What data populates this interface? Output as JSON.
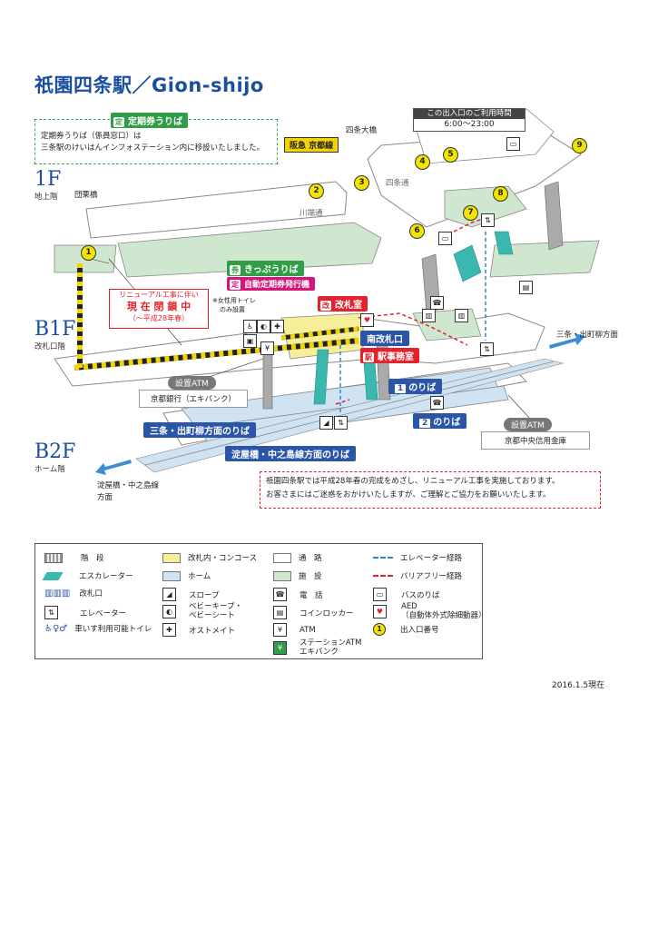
{
  "title": "祇園四条駅／Gion-shijo",
  "notice_top": {
    "tag": "定期券うりば",
    "tag_icon": "定",
    "line1": "定期券うりば（係員窓口）は",
    "line2": "三条駅のけいはんインフォステーション内に移設いたしました。"
  },
  "hours": {
    "label": "この出入口のご利用時間",
    "time": "6:00〜23:00"
  },
  "floors": {
    "f1": {
      "big": "1F",
      "sub": "地上階"
    },
    "b1": {
      "big": "B1F",
      "sub": "改札口階"
    },
    "b2": {
      "big": "B2F",
      "sub": "ホーム階"
    }
  },
  "place_labels": {
    "shijo_ohashi": "四条大橋",
    "dango_bashi": "団栗橋",
    "kawabata_dori": "川端通",
    "shijo_dori": "四条通",
    "hankyu": "阪急 京都線",
    "sanjo_demachi": "三条・出町柳方面",
    "yodoyabashi": "淀屋橋・中之島線",
    "yodoyabashi2": "方面"
  },
  "facility_tags": {
    "kippu": "きっぷうりば",
    "teiki_machine": "自動定期券発行機",
    "kaisatsu": "改札室",
    "minami_kaisatsu": "南改札口",
    "ekijimusho": "駅事務室"
  },
  "closure": {
    "line1": "リニューアル工事に伴い",
    "line2": "現 在 閉 鎖 中",
    "line3": "（〜平成28年春）"
  },
  "toilet_note": {
    "line1": "※女性用トイレ",
    "line2": "のみ設置"
  },
  "atm": {
    "left_tag": "設置ATM",
    "left_bank": "京都銀行（エキバンク）",
    "right_tag": "設置ATM",
    "right_bank": "京都中央信用金庫"
  },
  "platforms": {
    "p1": {
      "num": "1",
      "label": "のりば"
    },
    "p2": {
      "num": "2",
      "label": "のりば"
    },
    "sanjo": "三条・出町柳方面のりば",
    "yodo": "淀屋橋・中之島線方面のりば"
  },
  "exits": [
    "1",
    "2",
    "3",
    "4",
    "5",
    "6",
    "7",
    "8",
    "9"
  ],
  "renewal_notice": {
    "line1": "祇園四条駅では平成28年春の完成をめざし、リニューアル工事を実施しております。",
    "line2": "お客さまにはご迷惑をおかけいたしますが、ご理解とご協力をお願いいたします。"
  },
  "legend": {
    "stairs": "階　段",
    "escalator": "エスカレーター",
    "gate": "改札口",
    "elevator": "エレベーター",
    "toilet": "車いす利用可能トイレ",
    "concourse": "改札内・コンコース",
    "home": "ホーム",
    "slope": "スロープ",
    "baby1": "ベビーキープ・",
    "baby2": "ベビーシート",
    "ostomate": "オストメイト",
    "passage": "通　路",
    "facility": "施　設",
    "phone": "電　話",
    "locker": "コインロッカー",
    "atm": "ATM",
    "station_atm1": "ステーションATM",
    "station_atm2": "エキバンク",
    "elev_route": "エレベーター経路",
    "bf_route": "バリアフリー経路",
    "bus": "バスのりば",
    "aed1": "AED",
    "aed2": "（自動体外式除細動器）",
    "exit_num": "出入口番号",
    "exit_sym": "1"
  },
  "date": "2016.1.5現在",
  "colors": {
    "concourse": "#f5ef9a",
    "home": "#cfe3f3",
    "facility": "#cfe6cf",
    "passage": "#ffffff",
    "elevator_route": "#2e86d6",
    "barrier_free_route": "#e3222b",
    "brand_blue": "#1a4fa0"
  }
}
